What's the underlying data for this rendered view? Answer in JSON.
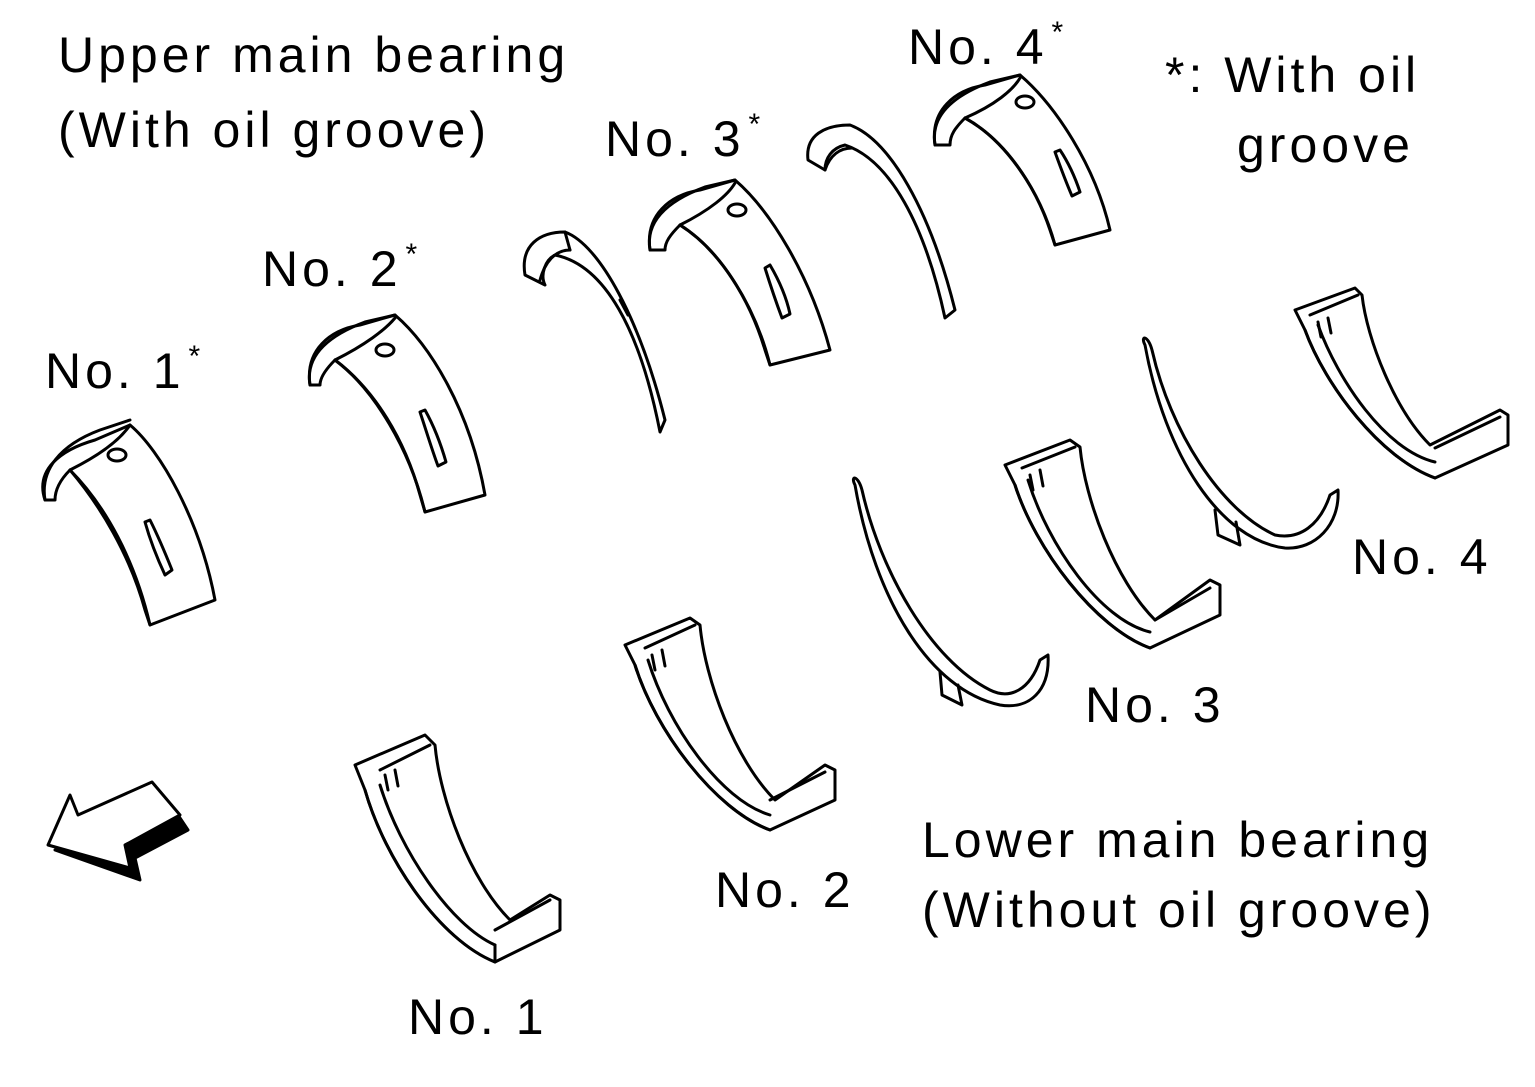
{
  "labels": {
    "upper_title_line1": "Upper main bearing",
    "upper_title_line2": "(With oil groove)",
    "lower_title_line1": "Lower main bearing",
    "lower_title_line2": "(Without oil groove)",
    "legend_line1": "*: With oil",
    "legend_line2": "groove",
    "upper": [
      {
        "text": "No. 1",
        "mark": "*"
      },
      {
        "text": "No. 2",
        "mark": "*"
      },
      {
        "text": "No. 3",
        "mark": "*"
      },
      {
        "text": "No. 4",
        "mark": "*"
      }
    ],
    "lower": [
      "No. 1",
      "No. 2",
      "No. 3",
      "No. 4"
    ]
  },
  "icons": {
    "front_arrow": "front-direction-arrow-icon"
  }
}
